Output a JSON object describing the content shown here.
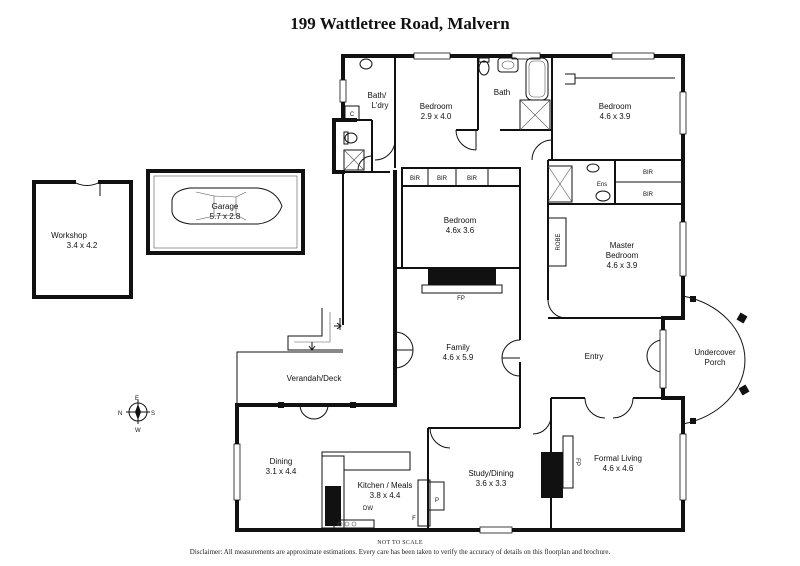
{
  "title": "199 Wattletree Road, Malvern",
  "rooms": {
    "bath_laundry": "Bath/ L'dry",
    "bedroom_top_left": {
      "name": "Bedroom",
      "size": "2.9 x 4.0"
    },
    "bath": "Bath",
    "bedroom_top_right": {
      "name": "Bedroom",
      "size": "4.6 x 3.9"
    },
    "garage": {
      "name": "Garage",
      "size": "5.7 x 2.8"
    },
    "workshop": {
      "name": "Workshop",
      "size": "3.4 x 4.2"
    },
    "bedroom_middle": {
      "name": "Bedroom",
      "size": "4.6x 3.6"
    },
    "master_bedroom": {
      "name": "Master",
      "name2": "Bedroom",
      "size": "4.6 x 3.9"
    },
    "family": {
      "name": "Family",
      "size": "4.6 x 5.9"
    },
    "entry": "Entry",
    "undercover_porch": {
      "name": "Undercover",
      "name2": "Porch"
    },
    "verandah": "Verandah/Deck",
    "dining": {
      "name": "Dining",
      "size": "3.1 x 4.4"
    },
    "kitchen": {
      "name": "Kitchen / Meals",
      "size": "3.8 x 4.4"
    },
    "study": {
      "name": "Study/Dining",
      "size": "3.6 x 3.3"
    },
    "formal_living": {
      "name": "Formal Living",
      "size": "4.6 x 4.6"
    }
  },
  "labels": {
    "bir": "BIR",
    "ens": "Ens",
    "robe": "ROBE",
    "fp": "FP",
    "c": "C",
    "dw": "DW",
    "f": "F",
    "p": "P"
  },
  "compass": {
    "n": "N",
    "e": "E",
    "s": "S",
    "w": "W"
  },
  "footer": {
    "scale": "NOT TO SCALE",
    "disclaimer": "Disclaimer: All measurements are approximate estimations. Every care has been taken to verify the accuracy of details on this floorplan and brochure."
  }
}
